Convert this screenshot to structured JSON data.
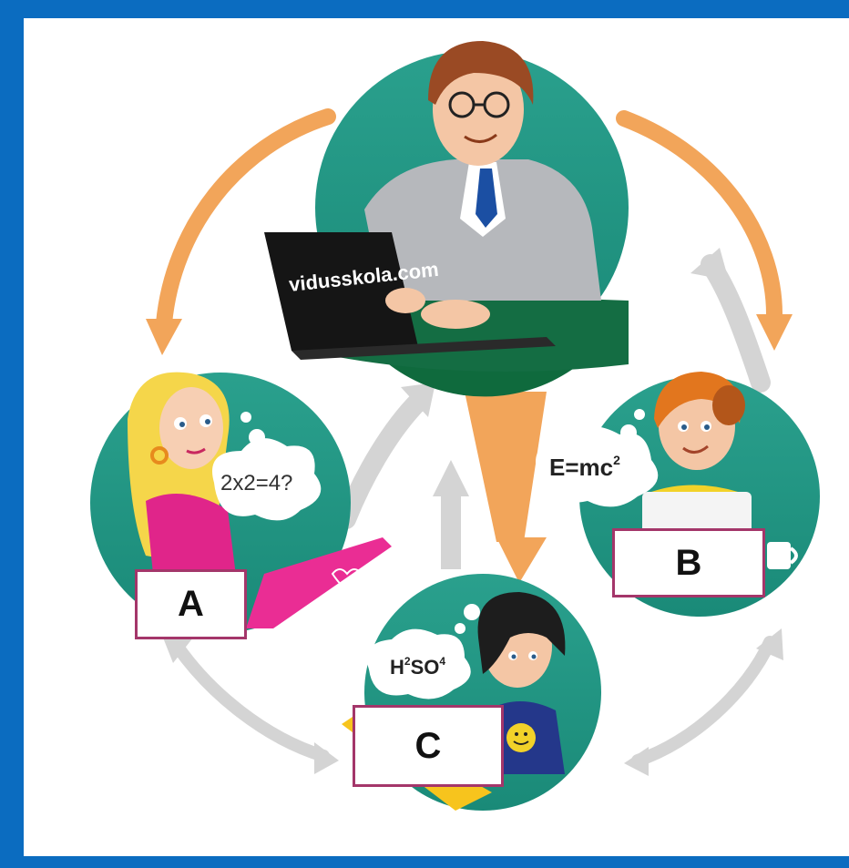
{
  "diagram": {
    "laptop_brand": "vidusskola.com",
    "thought_a": "2x2=4?",
    "thought_b": "E=mc",
    "thought_b_sup": "2",
    "thought_c_main": "H",
    "thought_c_sup1": "2",
    "thought_c_mid": "SO",
    "thought_c_sup2": "4",
    "labels": {
      "a": "A",
      "b": "B",
      "c": "C"
    },
    "colors": {
      "frame": "#0b6cc0",
      "teal": "#1f9a86",
      "orange_arrow": "#f2a55a",
      "gray_arrow": "#cfcfcf",
      "label_border": "#a4366a"
    }
  }
}
